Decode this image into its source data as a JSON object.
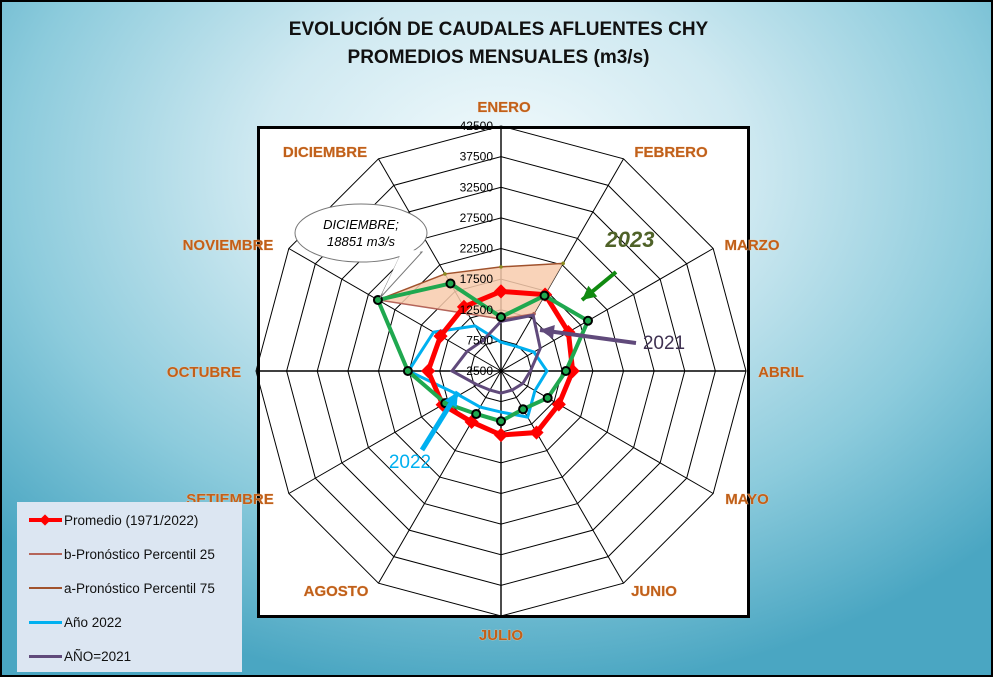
{
  "title": {
    "line1": "EVOLUCIÓN DE CAUDALES AFLUENTES CHY",
    "line2": "PROMEDIOS MENSUALES (m3/s)"
  },
  "chart_data": {
    "type": "radar",
    "title": "EVOLUCIÓN DE CAUDALES AFLUENTES CHY PROMEDIOS MENSUALES (m3/s)",
    "categories": [
      "ENERO",
      "FEBRERO",
      "MARZO",
      "ABRIL",
      "MAYO",
      "JUNIO",
      "JULIO",
      "AGOSTO",
      "SETIEMBRE",
      "OCTUBRE",
      "NOVIEMBRE",
      "DICIEMBRE"
    ],
    "radial_ticks": [
      "2500",
      "7500",
      "12500",
      "17500",
      "22500",
      "27500",
      "32500",
      "37500",
      "42500"
    ],
    "rlim": [
      2500,
      42500
    ],
    "series": [
      {
        "name": "a-Pronóstico Percentil 75",
        "color": "#a0522d",
        "values": [
          19500,
          22800,
          null,
          null,
          null,
          null,
          null,
          null,
          null,
          null,
          25700,
          20800
        ]
      },
      {
        "name": "b-Pronóstico Percentil 25",
        "color": "#b5655a",
        "values": [
          11000,
          13300,
          null,
          null,
          null,
          null,
          null,
          null,
          null,
          null,
          25700,
          13300
        ]
      },
      {
        "name": "Año 2022",
        "color": "#00b0f0",
        "values": [
          7200,
          7200,
          8700,
          10000,
          8900,
          11200,
          9200,
          9300,
          10400,
          17600,
          15200,
          11000
        ]
      },
      {
        "name": "AÑO=2021",
        "color": "#604a7b",
        "values": [
          10600,
          13000,
          9900,
          7300,
          6600,
          6100,
          6100,
          6100,
          7000,
          10500,
          8900,
          8300
        ]
      },
      {
        "name": "Promedio (1971/2022)",
        "color": "#ff0000",
        "values": [
          15500,
          16900,
          15200,
          14200,
          13400,
          14100,
          12950,
          12100,
          13500,
          14400,
          13900,
          14600
        ]
      },
      {
        "name": "2023",
        "color": "#1fa84f",
        "values": [
          11300,
          16700,
          18900,
          13100,
          11300,
          9700,
          10700,
          10600,
          13000,
          17700,
          25700,
          19000
        ]
      }
    ],
    "band_fill": "#f8cbad",
    "annotations": {
      "a2023": "2023",
      "a2021": "2021",
      "a2022": "2022",
      "callout_line1": "DICIEMBRE;",
      "callout_line2": "18851 m3/s"
    },
    "legend": {
      "placement": "bottom-left",
      "entries": [
        "Promedio (1971/2022)",
        "b-Pronóstico Percentil 25",
        "a-Pronóstico Percentil 75",
        "Año 2022",
        "AÑO=2021"
      ]
    }
  }
}
